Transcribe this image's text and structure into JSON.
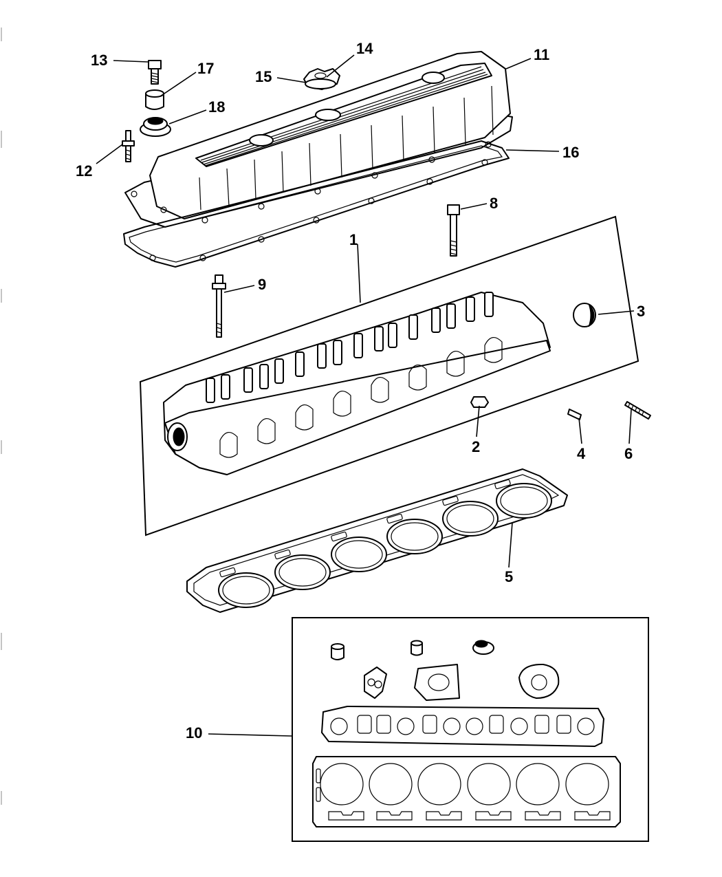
{
  "callouts": {
    "c1": "1",
    "c2": "2",
    "c3": "3",
    "c4": "4",
    "c5": "5",
    "c6": "6",
    "c8": "8",
    "c9": "9",
    "c10": "10",
    "c11": "11",
    "c12": "12",
    "c13": "13",
    "c14": "14",
    "c15": "15",
    "c16": "16",
    "c17": "17",
    "c18": "18"
  }
}
